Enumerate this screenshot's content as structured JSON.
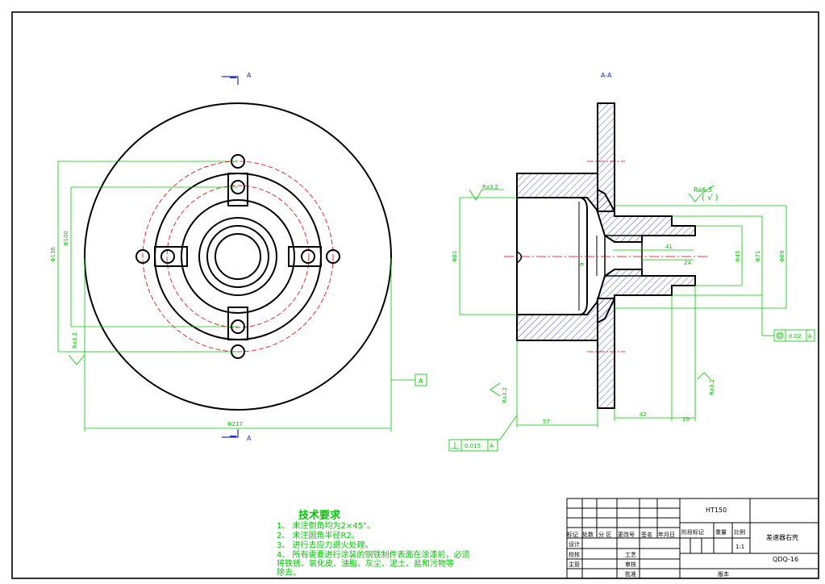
{
  "section_marks": {
    "top_letter": "A",
    "bottom_letter": "A",
    "section_title": "A-A"
  },
  "front_view": {
    "dim_outer": "Φ217",
    "dim_bolt_circle": "Φ136",
    "dim_inner": "Φ100",
    "roughness": "Ra3.2",
    "datum": "A"
  },
  "section_view": {
    "roughness_top": "Ra3.2",
    "roughness_general": "Ra6.3",
    "roughness_general_note": "( √ )",
    "dim_bore_81": "Φ81",
    "dim_9": "9",
    "dim_41": "41",
    "dim_24": "24",
    "dim_45": "Φ45",
    "dim_71": "Φ71",
    "dim_89": "Φ89",
    "dim_57": "57",
    "dim_42": "42",
    "dim_19": "19",
    "roughness_left": "Ra3.2",
    "roughness_right": "Ra3.2",
    "coaxiality_value": "0.02",
    "coaxiality_datum": "A",
    "perp_value": "0.015",
    "perp_datum": "A"
  },
  "tech_requirements": {
    "title": "技术要求",
    "items": [
      "1、 未注倒角均为2×45°。",
      "2、 未注圆角半径R2。",
      "3、 进行去应力退火处理。",
      "4、 所有需要进行涂装的钢铁制件表面在涂漆前，必须",
      "     将铁锈、氧化皮、油脂、灰尘、泥土、盐和污物等",
      "     除去。"
    ]
  },
  "title_block": {
    "material": "HT150",
    "part_name": "差速器右壳",
    "drawing_no": "QDQ-16",
    "scale": "1:1",
    "h_mark": "标记",
    "h_count": "处数",
    "h_zone": "分 区",
    "h_change": "更改号",
    "h_sign": "签名",
    "h_date": "年月日",
    "h_stage": "阶段标记",
    "h_weight": "重量",
    "h_scale": "比例",
    "design": "设计",
    "check": "校核",
    "supervisor": "主管",
    "process": "工艺",
    "review": "审核",
    "approve": "批准",
    "version": "版本"
  }
}
